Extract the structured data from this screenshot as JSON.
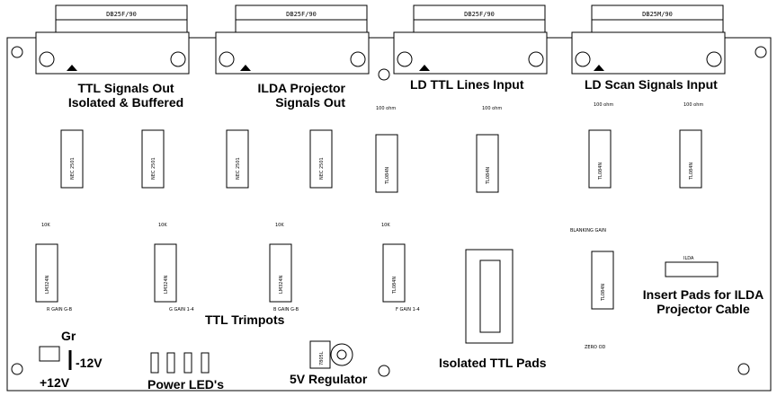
{
  "connectors": [
    {
      "name": "connector-ttl-out",
      "label": "DB25F/90"
    },
    {
      "name": "connector-ilda-out",
      "label": "DB25F/90"
    },
    {
      "name": "connector-ld-ttl-in",
      "label": "DB25F/90"
    },
    {
      "name": "connector-ld-scan-in",
      "label": "DB25M/90"
    }
  ],
  "labels": {
    "ttl_out_line1": "TTL Signals Out",
    "ttl_out_line2": "Isolated & Buffered",
    "ilda_out_line1": "ILDA Projector",
    "ilda_out_line2": "Signals Out",
    "ld_ttl_in": "LD TTL Lines Input",
    "ld_scan_in": "LD Scan Signals Input",
    "ttl_trimpots": "TTL Trimpots",
    "isolated_ttl_pads": "Isolated TTL Pads",
    "insert_pads_line1": "Insert Pads for ILDA",
    "insert_pads_line2": "Projector Cable",
    "power_leds": "Power LED's",
    "regulator_5v": "5V Regulator",
    "gr": "Gr",
    "minus12v": "-12V",
    "plus12v": "+12V"
  },
  "chips": {
    "optos": [
      "NEC 2501",
      "NEC 2501",
      "NEC 2501",
      "NEC 2501"
    ],
    "tl084_top": [
      "TL084N",
      "TL084N",
      "TL084N",
      "TL084N"
    ],
    "lm324_mid": [
      "LM324N",
      "LM324N",
      "LM324N"
    ],
    "tl084_mid": [
      "TL084N",
      "TL084N"
    ],
    "regulator": "7805L"
  },
  "small_text": {
    "gain_labels": [
      "R GAIN G-B",
      "G GAIN 1-4",
      "B GAIN G-B",
      "F GAIN 1-4"
    ],
    "res_label": "100 ohm",
    "pot_label": "10K",
    "blank_label": "BLANKING GAIN",
    "zero_label": "ZERO OD",
    "header_label": "ILDA"
  }
}
